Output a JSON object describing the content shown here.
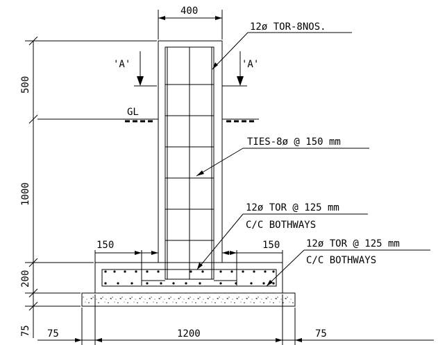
{
  "labels": {
    "top_width": "400",
    "main_bar": "12ø TOR-8NOS.",
    "section_left": "'A'",
    "section_right": "'A'",
    "ground_level": "GL",
    "ties": "TIES-8ø @ 150 mm",
    "footing_bar_1_line1": "12ø TOR @ 125 mm",
    "footing_bar_1_line2": "C/C BOTHWAYS",
    "footing_bar_2_line1": "12ø TOR @ 125 mm",
    "footing_bar_2_line2": "C/C BOTHWAYS",
    "dim_500": "500",
    "dim_1000": "1000",
    "dim_200": "200",
    "dim_75_vertical": "75",
    "dim_150_left": "150",
    "dim_150_right": "150",
    "dim_75_left": "75",
    "dim_1200": "1200",
    "dim_75_right": "75"
  }
}
